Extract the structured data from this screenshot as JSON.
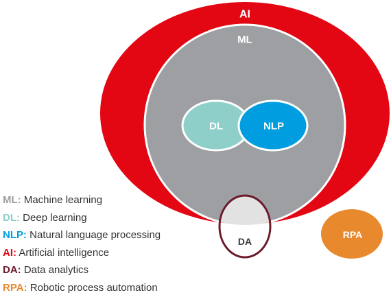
{
  "nodes": {
    "ai": {
      "label": "AI",
      "color": "#e30613"
    },
    "ml": {
      "label": "ML",
      "color": "#9d9fa2"
    },
    "dl": {
      "label": "DL",
      "color": "#8ecfc9"
    },
    "nlp": {
      "label": "NLP",
      "color": "#009ee0"
    },
    "da": {
      "label": "DA",
      "color": "#6b1a2a"
    },
    "rpa": {
      "label": "RPA",
      "color": "#e8892e"
    }
  },
  "overlap_colors": {
    "da_in_ml": "#e2e2e2",
    "da_in_ai": "#f3a98a"
  },
  "legend": [
    {
      "key": "ML:",
      "text": "Machine learning",
      "color": "#9d9fa2"
    },
    {
      "key": "DL:",
      "text": "Deep learning",
      "color": "#8ecfc9"
    },
    {
      "key": "NLP:",
      "text": "Natural language processing",
      "color": "#009ee0"
    },
    {
      "key": "AI:",
      "text": "Artificial intelligence",
      "color": "#e30613"
    },
    {
      "key": "DA:",
      "text": "Data analytics",
      "color": "#6b1a2a"
    },
    {
      "key": "RPA:",
      "text": "Robotic process automation",
      "color": "#e8892e"
    }
  ]
}
